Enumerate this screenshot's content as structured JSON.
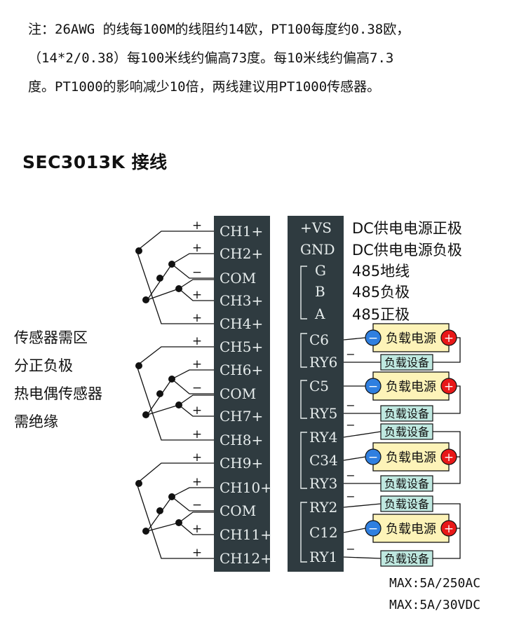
{
  "note": {
    "lines": [
      "注：26AWG 的线每100M的线阻约14欧，PT100每度约0.38欧，",
      "（14*2/0.38）每100米线约偏高73度。每10米线约偏高7.3",
      "度。PT1000的影响减少10倍，两线建议用PT1000传感器。"
    ]
  },
  "heading": "SEC3013K 接线",
  "sensor_note": [
    "传感器需区",
    "分正负极",
    "热电偶传感器",
    "需绝缘"
  ],
  "left_terminal": {
    "labels": [
      "CH1+",
      "CH2+",
      "COM",
      "CH3+",
      "CH4+",
      "CH5+",
      "CH6+",
      "COM",
      "CH7+",
      "CH8+",
      "CH9+",
      "CH10+",
      "COM",
      "CH11+",
      "CH12+"
    ],
    "signs": [
      "+",
      "+",
      "−",
      "+",
      "+",
      "+",
      "+",
      "−",
      "+",
      "+",
      "+",
      "+",
      "−",
      "+",
      "+"
    ]
  },
  "right_terminal": {
    "labels": [
      "+VS",
      "GND",
      "G",
      "B",
      "A",
      "C6",
      "RY6",
      "C5",
      "RY5",
      "RY4",
      "C34",
      "RY3",
      "RY2",
      "C12",
      "RY1"
    ],
    "descriptions": [
      "DC供电电源正极",
      "DC供电电源负极",
      "485地线",
      "485负极",
      "485正极"
    ]
  },
  "load": {
    "power_label": "负载电源",
    "device_label": "负载设备",
    "plus": "+",
    "minus": "−"
  },
  "ratings": [
    "MAX:5A/250AC",
    "MAX:5A/30VDC"
  ],
  "colors": {
    "terminal_bg": "#2f3b40",
    "terminal_text": "#e6ecec",
    "power_fill": "#fdf3b8",
    "device_fill": "#bfe8e0",
    "plus_fill": "#e81818",
    "minus_fill": "#2f7fe0"
  }
}
